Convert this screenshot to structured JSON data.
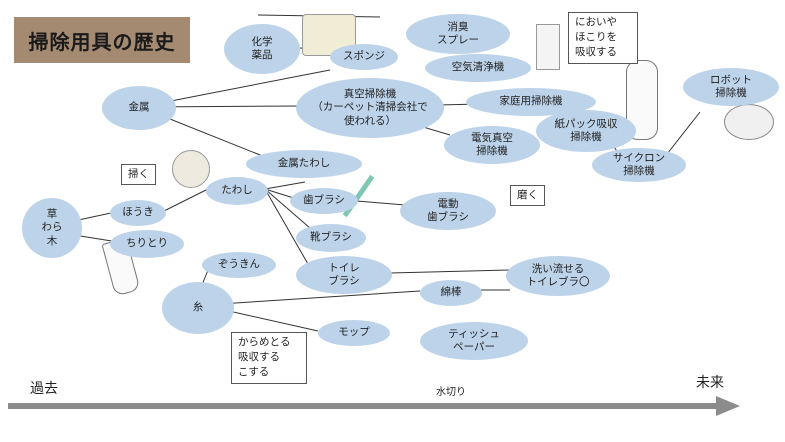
{
  "title": "掃除用具の歴史",
  "nodes": {
    "kagaku": "化学\n薬品",
    "sponge": "スポンジ",
    "shoshu": "消臭\nスプレー",
    "kuuki": "空気清浄機",
    "kinzoku": "金属",
    "shinku": "真空掃除機\n（カーペット清掃会社で\n使われる）",
    "katei": "家庭用掃除機",
    "denki": "電気真空\n掃除機",
    "kamipack": "紙パック吸収\n掃除機",
    "cyclone": "サイクロン\n掃除機",
    "robot": "ロボット\n掃除機",
    "kinzoku_tawashi": "金属たわし",
    "tawashi": "たわし",
    "haburashi": "歯ブラシ",
    "dendo": "電動\n歯ブラシ",
    "kutsu": "靴ブラシ",
    "toilet": "トイレ\nブラシ",
    "arai": "洗い流せる\nトイレブラ〇",
    "kusa": "草\nわら\n木",
    "houki": "ほうき",
    "chiritori": "ちりとり",
    "zoukin": "ぞうきん",
    "ito": "糸",
    "menbou": "綿棒",
    "mop": "モップ",
    "tissue": "ティッシュ\nペーパー"
  },
  "notes": {
    "nioi": "においや\nほこりを\n吸収する",
    "haku": "掃く",
    "migaku": "磨く",
    "karameru": "からめとる\n吸収する\nこする"
  },
  "timeline": {
    "past": "過去",
    "future": "未来",
    "mizukiri": "水切り"
  },
  "colors": {
    "node": "#bcd3ea",
    "title_bg": "#a58a72",
    "arrow": "#8c8c8c"
  }
}
